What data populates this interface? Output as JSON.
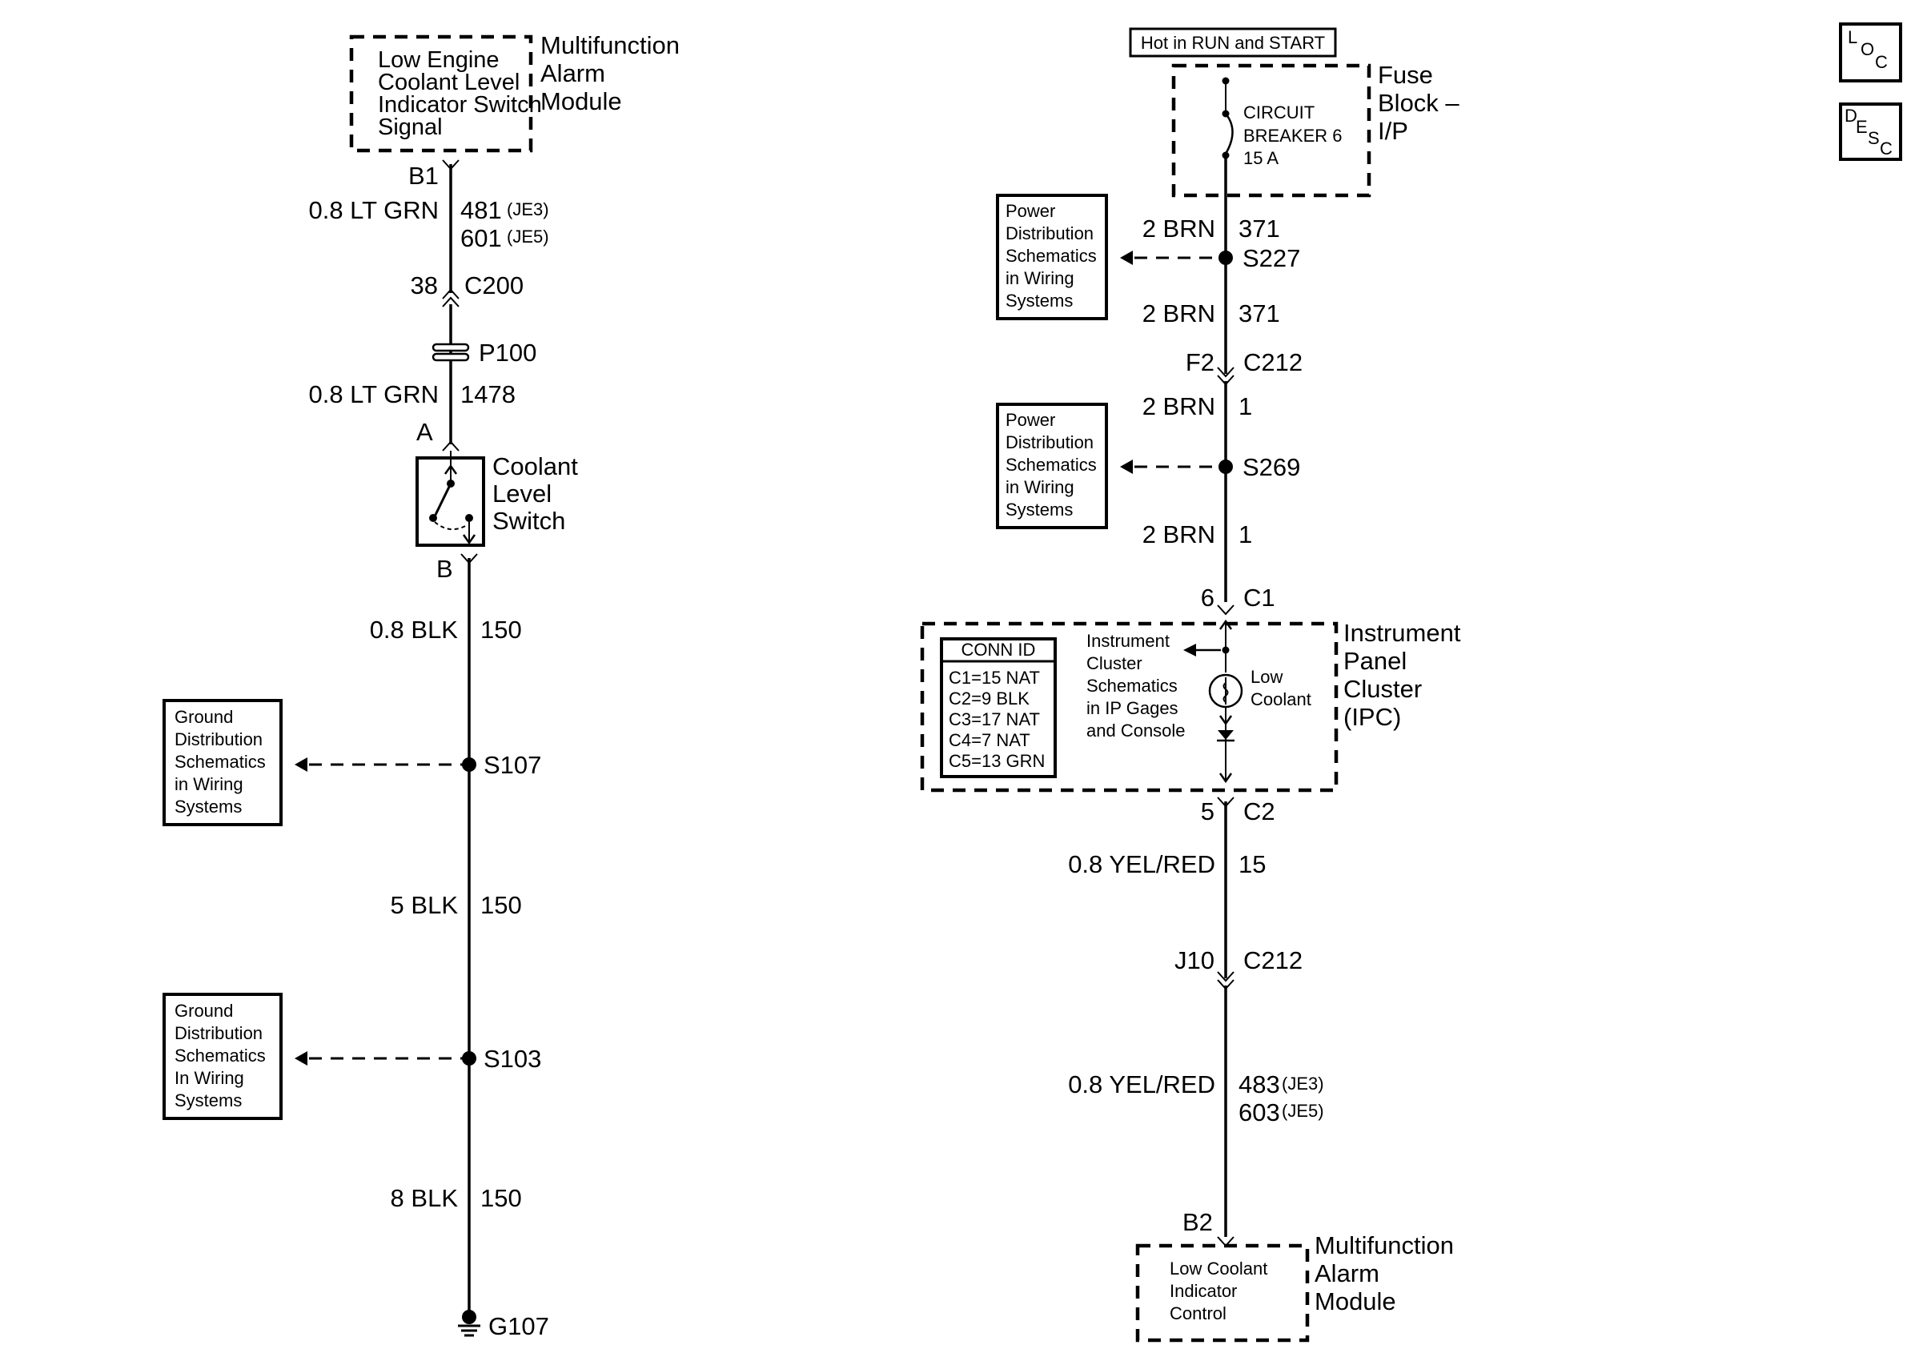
{
  "left": {
    "module_top": {
      "inner_lines": [
        "Low Engine",
        "Coolant Level",
        "Indicator Switch",
        "Signal"
      ],
      "title_lines": [
        "Multifunction",
        "Alarm",
        "Module"
      ]
    },
    "b1_pin": "B1",
    "wire1": {
      "gauge": "0.8 LT GRN",
      "circuit_a": "481",
      "option_a": "(JE3)",
      "circuit_b": "601",
      "option_b": "(JE5)"
    },
    "c200": {
      "pin": "38",
      "connector": "C200"
    },
    "p100": "P100",
    "wire2": {
      "gauge": "0.8 LT GRN",
      "circuit": "1478"
    },
    "a_pin": "A",
    "switch_title": [
      "Coolant",
      "Level",
      "Switch"
    ],
    "b_pin": "B",
    "wire3": {
      "gauge": "0.8 BLK",
      "circuit": "150"
    },
    "ground_ref_1": [
      "Ground",
      "Distribution",
      "Schematics",
      "in Wiring",
      "Systems"
    ],
    "s107": "S107",
    "wire4": {
      "gauge": "5 BLK",
      "circuit": "150"
    },
    "ground_ref_2": [
      "Ground",
      "Distribution",
      "Schematics",
      "In Wiring",
      "Systems"
    ],
    "s103": "S103",
    "wire5": {
      "gauge": "8 BLK",
      "circuit": "150"
    },
    "g107": "G107"
  },
  "right": {
    "hot_label": "Hot in RUN and START",
    "fuse_block_title": [
      "Fuse",
      "Block –",
      "I/P"
    ],
    "breaker_lines": [
      "CIRCUIT",
      "BREAKER 6",
      "15 A"
    ],
    "power_ref_1": [
      "Power",
      "Distribution",
      "Schematics",
      "in Wiring",
      "Systems"
    ],
    "wire1": {
      "gauge": "2 BRN",
      "circuit": "371"
    },
    "s227": "S227",
    "wire2": {
      "gauge": "2 BRN",
      "circuit": "371"
    },
    "c212_top": {
      "pin": "F2",
      "connector": "C212"
    },
    "wire3": {
      "gauge": "2 BRN",
      "circuit": "1"
    },
    "power_ref_2": [
      "Power",
      "Distribution",
      "Schematics",
      "in Wiring",
      "Systems"
    ],
    "s269": "S269",
    "wire4": {
      "gauge": "2 BRN",
      "circuit": "1"
    },
    "c1": {
      "pin": "6",
      "connector": "C1"
    },
    "ipc_title": [
      "Instrument",
      "Panel",
      "Cluster",
      "(IPC)"
    ],
    "conn_id": {
      "header": "CONN ID",
      "rows": [
        "C1=15 NAT",
        "C2=9 BLK",
        "C3=17 NAT",
        "C4=7 NAT",
        "C5=13 GRN"
      ]
    },
    "cluster_ref": [
      "Instrument",
      "Cluster",
      "Schematics",
      "in IP Gages",
      "and Console"
    ],
    "low_coolant_lines": [
      "Low",
      "Coolant"
    ],
    "c2": {
      "pin": "5",
      "connector": "C2"
    },
    "wire5": {
      "gauge": "0.8 YEL/RED",
      "circuit": "15"
    },
    "c212_bottom": {
      "pin": "J10",
      "connector": "C212"
    },
    "wire6": {
      "gauge": "0.8 YEL/RED",
      "circuit_a": "483",
      "option_a": "(JE3)",
      "circuit_b": "603",
      "option_b": "(JE5)"
    },
    "b2_pin": "B2",
    "module_bottom": {
      "inner_lines": [
        "Low Coolant",
        "Indicator",
        "Control"
      ],
      "title_lines": [
        "Multifunction",
        "Alarm",
        "Module"
      ]
    }
  },
  "side_icons": {
    "loc": [
      "L",
      "O",
      "C"
    ],
    "desc": [
      "D",
      "E",
      "S",
      "C"
    ]
  }
}
